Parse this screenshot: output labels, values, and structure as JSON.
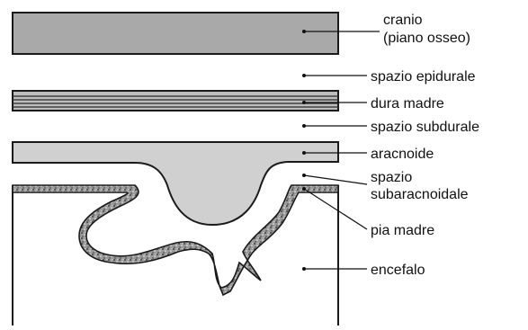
{
  "labels": {
    "cranio": "cranio",
    "piano_osseo": "(piano osseo)",
    "spazio_epidurale": "spazio epidurale",
    "dura_madre": "dura madre",
    "spazio_subdurale": "spazio subdurale",
    "aracnoide": "aracnoide",
    "spazio_subarac_1": "spazio",
    "spazio_subarac_2": "subaracnoidale",
    "pia_madre": "pia madre",
    "encefalo": "encefalo"
  },
  "colors": {
    "bone": "#a8a8a8",
    "bone_edge": "#1a1a1a",
    "dura_band": "#b9b9b9",
    "arachnoid": "#cfcfcf",
    "pia": "#555555",
    "ink": "#111111",
    "background": "#ffffff"
  }
}
